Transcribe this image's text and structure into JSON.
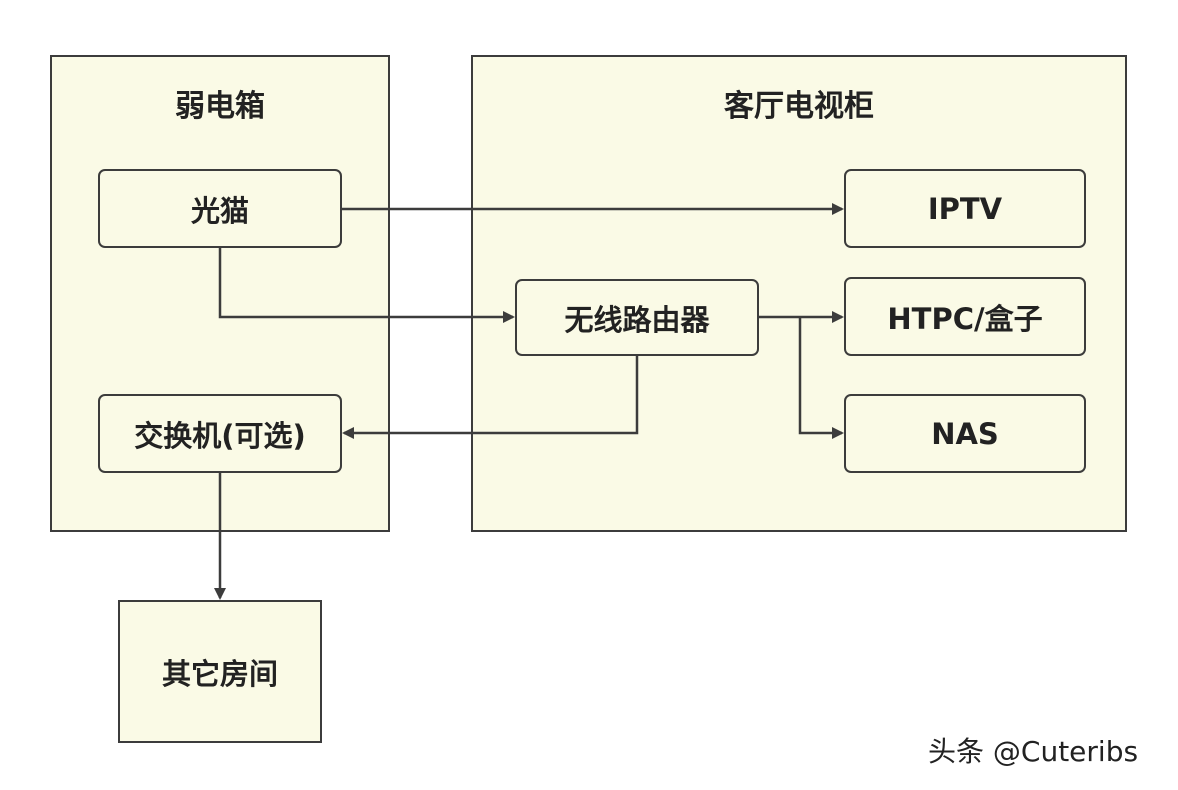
{
  "groups": {
    "weak_box": {
      "title": "弱电箱"
    },
    "living_room_cabinet": {
      "title": "客厅电视柜"
    }
  },
  "nodes": {
    "optical_modem": "光猫",
    "switch": "交换机(可选)",
    "other_rooms": "其它房间",
    "router": "无线路由器",
    "iptv": "IPTV",
    "htpc": "HTPC/盒子",
    "nas": "NAS"
  },
  "watermark": "头条 @Cuteribs",
  "colors": {
    "fill": "#fafae6",
    "stroke": "#3c3c3c",
    "text": "#222222"
  }
}
